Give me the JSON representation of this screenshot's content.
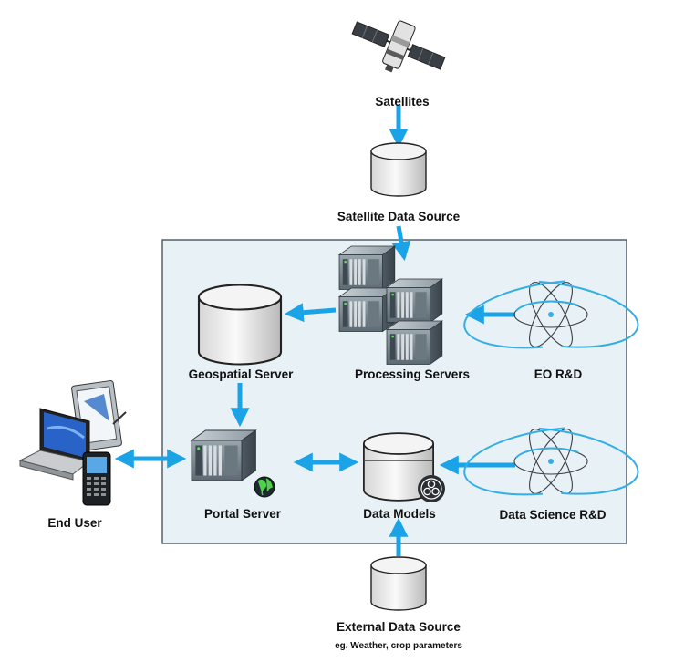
{
  "nodes": {
    "satellites": {
      "label": "Satellites",
      "icon": "satellite-icon"
    },
    "satellite_data_source": {
      "label": "Satellite Data Source",
      "icon": "database-cylinder-icon"
    },
    "geospatial_server": {
      "label": "Geospatial Server",
      "icon": "database-cylinder-icon"
    },
    "processing_servers": {
      "label": "Processing Servers",
      "icon": "server-rack-icon"
    },
    "eo_rd": {
      "label": "EO R&D",
      "icon": "atom-globe-icon"
    },
    "end_user": {
      "label": "End User",
      "icon": "devices-icon"
    },
    "portal_server": {
      "label": "Portal Server",
      "icon": "web-server-icon"
    },
    "data_models": {
      "label": "Data Models",
      "icon": "database-models-icon"
    },
    "data_science_rd": {
      "label": "Data Science R&D",
      "icon": "atom-globe-icon"
    },
    "external_data_source": {
      "label": "External Data Source",
      "sublabel": "eg. Weather, crop parameters",
      "icon": "database-cylinder-icon"
    }
  },
  "colors": {
    "arrow": "#1aa3e6",
    "panel_fill": "#e8f1f5",
    "panel_border": "#3c4a55"
  }
}
